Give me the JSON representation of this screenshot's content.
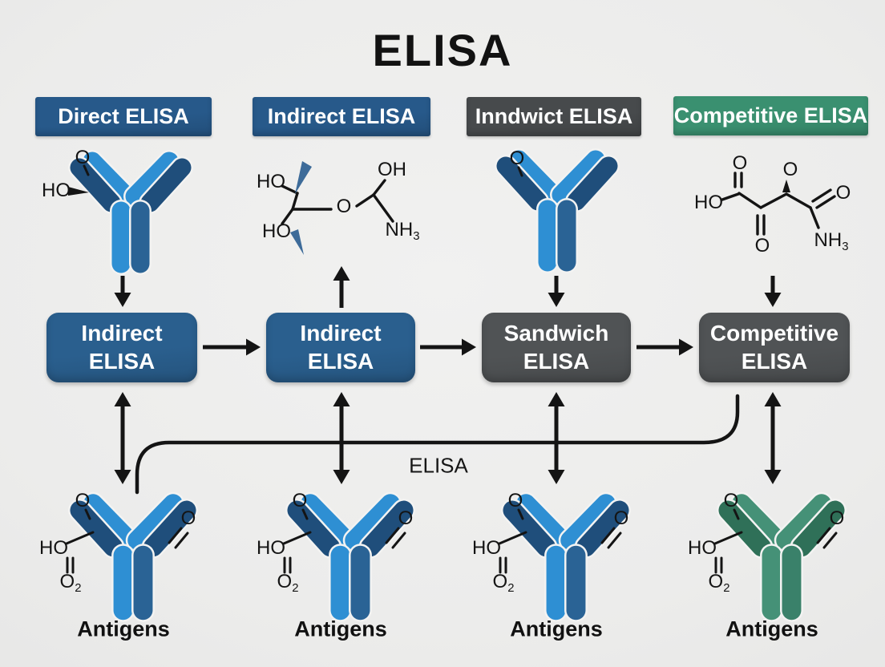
{
  "title": "ELISA",
  "center_label": "ELISA",
  "colors": {
    "background": "#ececeb",
    "ink": "#141414",
    "white": "#ffffff",
    "blue_header": "#27598a",
    "blue_box": "#2a5f8e",
    "gray_header": "#474a4c",
    "gray_box": "#505355",
    "green_header": "#3a9070",
    "antibody_light_blue": "#2e8fd3",
    "antibody_dark_blue": "#1f4e7b",
    "antibody_stem_blue": "#2a6395",
    "antibody_light_green": "#459177",
    "antibody_dark_green": "#2f7058",
    "antibody_stem_green": "#3a816a",
    "wedge_blue": "#3d6b99"
  },
  "columns": [
    {
      "header": "Direct ELISA",
      "header_bg": "#27598a",
      "box_line1": "Indirect",
      "box_line2": "ELISA",
      "box_bg": "#2a5f8e",
      "antigen_label": "Antigens"
    },
    {
      "header": "Indirect ELISA",
      "header_bg": "#27598a",
      "box_line1": "Indirect",
      "box_line2": "ELISA",
      "box_bg": "#2a5f8e",
      "antigen_label": "Antigens"
    },
    {
      "header": "Inndwict ELISA",
      "header_bg": "#474a4c",
      "box_line1": "Sandwich",
      "box_line2": "ELISA",
      "box_bg": "#505355",
      "antigen_label": "Antigens"
    },
    {
      "header": "Competitive ELISA",
      "header_bg": "#3a9070",
      "box_line1": "Competitive",
      "box_line2": "ELISA",
      "box_bg": "#505355",
      "antigen_label": "Antigens"
    }
  ],
  "chem": {
    "top_col1": [
      "O",
      "HO"
    ],
    "top_col2": [
      "HO",
      "OH",
      "O",
      "HO",
      "NH3"
    ],
    "top_col3": [
      "O"
    ],
    "top_col4": [
      "O",
      "HO",
      "O",
      "O",
      "O",
      "NH3"
    ],
    "bottom": [
      "O",
      "O",
      "HO",
      "O2"
    ]
  }
}
